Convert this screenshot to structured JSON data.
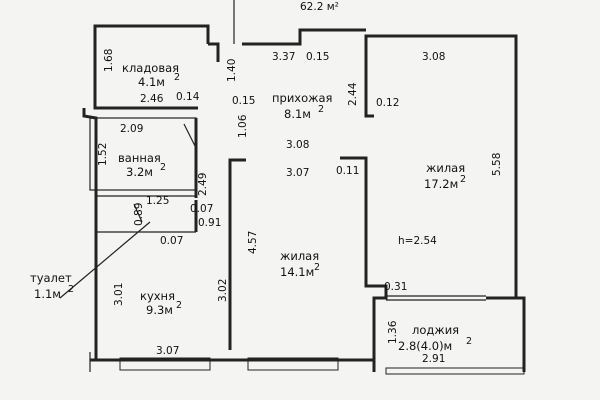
{
  "total_area": "62.2 м²",
  "rooms": {
    "storage": {
      "name": "кладовая",
      "area": "4.1м",
      "sup": "2"
    },
    "hall": {
      "name": "прихожая",
      "area": "8.1м",
      "sup": "2"
    },
    "bath": {
      "name": "ванная",
      "area": "3.2м",
      "sup": "2"
    },
    "living1": {
      "name": "жилая",
      "area": "17.2м",
      "sup": "2"
    },
    "living2": {
      "name": "жилая",
      "area": "14.1м",
      "sup": "2"
    },
    "kitchen": {
      "name": "кухня",
      "area": "9.3м",
      "sup": "2"
    },
    "toilet": {
      "name": "туалет",
      "area": "1.1м",
      "sup": "2"
    },
    "loggia": {
      "name": "лоджия",
      "area": "2.8(4.0)м",
      "sup": "2"
    }
  },
  "ceiling_height": "h=2.54",
  "dims": {
    "d168": "1.68",
    "d140": "1.40",
    "d337": "3.37",
    "d015a": "0.15",
    "d308top": "3.08",
    "d246": "2.46",
    "d014": "0.14",
    "d015b": "0.15",
    "d244": "2.44",
    "d012": "0.12",
    "d209": "2.09",
    "d106": "1.06",
    "d308mid": "3.08",
    "d152": "1.52",
    "d249": "2.49",
    "d307mid": "3.07",
    "d011": "0.11",
    "d558": "5.58",
    "d125": "1.25",
    "d089": "0.89",
    "d007a": "0.07",
    "d091": "0.91",
    "d007b": "0.07",
    "d457": "4.57",
    "d031": "0.31",
    "d301": "3.01",
    "d302": "3.02",
    "d136": "1.36",
    "d307bot": "3.07",
    "d291": "2.91"
  }
}
